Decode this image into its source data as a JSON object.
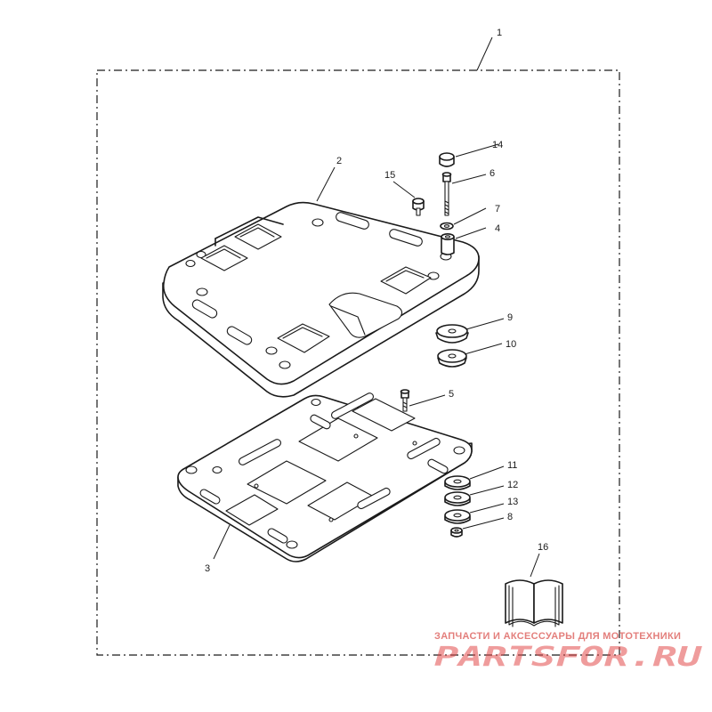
{
  "callouts": [
    {
      "id": "c1",
      "label": "1"
    },
    {
      "id": "c2",
      "label": "2"
    },
    {
      "id": "c3",
      "label": "3"
    },
    {
      "id": "c4",
      "label": "4"
    },
    {
      "id": "c5",
      "label": "5"
    },
    {
      "id": "c6",
      "label": "6"
    },
    {
      "id": "c7",
      "label": "7"
    },
    {
      "id": "c8",
      "label": "8"
    },
    {
      "id": "c9",
      "label": "9"
    },
    {
      "id": "c10",
      "label": "10"
    },
    {
      "id": "c11",
      "label": "11"
    },
    {
      "id": "c12",
      "label": "12"
    },
    {
      "id": "c13",
      "label": "13"
    },
    {
      "id": "c14",
      "label": "14"
    },
    {
      "id": "c15",
      "label": "15"
    },
    {
      "id": "c16",
      "label": "16"
    }
  ],
  "watermark": {
    "caption": "ЗАПЧАСТИ И АКСЕССУАРЫ ДЛЯ МОТОТЕХНИКИ",
    "logo": "PARTSFOR.RU"
  }
}
